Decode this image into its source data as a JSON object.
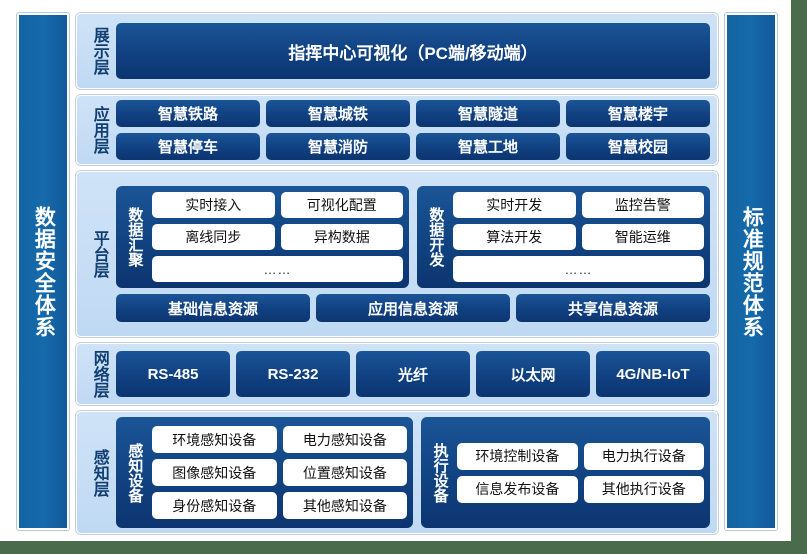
{
  "left_pillar": {
    "label": "数据安全体系"
  },
  "right_pillar": {
    "label": "标准规范体系"
  },
  "layers": {
    "display": {
      "label": "展示层",
      "items": [
        "指挥中心可视化（PC端/移动端）"
      ]
    },
    "application": {
      "label": "应用层",
      "row1": [
        "智慧铁路",
        "智慧城铁",
        "智慧隧道",
        "智慧楼宇"
      ],
      "row2": [
        "智慧停车",
        "智慧消防",
        "智慧工地",
        "智慧校园"
      ]
    },
    "platform": {
      "label": "平台层",
      "groups": [
        {
          "label": "数据汇聚",
          "row1": [
            "实时接入",
            "可视化配置"
          ],
          "row2": [
            "离线同步",
            "异构数据"
          ],
          "more": "……"
        },
        {
          "label": "数据开发",
          "row1": [
            "实时开发",
            "监控告警"
          ],
          "row2": [
            "算法开发",
            "智能运维"
          ],
          "more": "……"
        }
      ],
      "resources": [
        "基础信息资源",
        "应用信息资源",
        "共享信息资源"
      ]
    },
    "network": {
      "label": "网络层",
      "items": [
        "RS-485",
        "RS-232",
        "光纤",
        "以太网",
        "4G/NB-IoT"
      ]
    },
    "perception": {
      "label": "感知层",
      "groups": [
        {
          "label": "感知设备",
          "row1": [
            "环境感知设备",
            "电力感知设备"
          ],
          "row2": [
            "图像感知设备",
            "位置感知设备"
          ],
          "row3": [
            "身份感知设备",
            "其他感知设备"
          ]
        },
        {
          "label": "执行设备",
          "row1": [
            "环境控制设备",
            "电力执行设备"
          ],
          "row2": [
            "信息发布设备",
            "其他执行设备"
          ]
        }
      ]
    }
  },
  "colors": {
    "page_background": "#ffffff",
    "canvas_background": "#4a6b4c",
    "pillar_blue": "#1365a3",
    "layer_blue_light": "#cfe3f7",
    "button_navy": "#12468c",
    "box_white": "#ffffff",
    "label_navy": "#123f72"
  }
}
